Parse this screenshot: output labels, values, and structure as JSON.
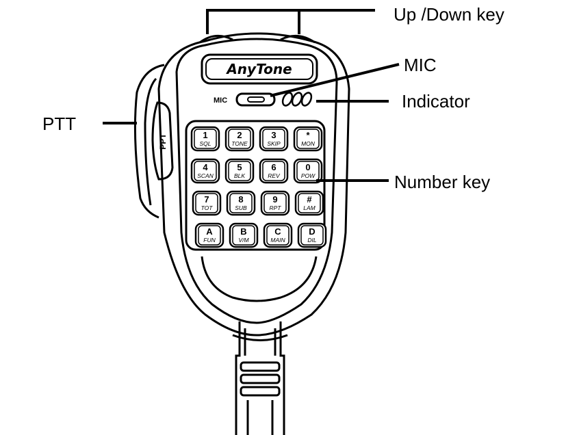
{
  "brand": "AnyTone",
  "mic_label": "MIC",
  "ptt_tab": "PPT",
  "callouts": {
    "up_down": "Up /Down key",
    "mic": "MIC",
    "indicator": "Indicator",
    "ptt": "PTT",
    "number_key": "Number key"
  },
  "keypad": [
    [
      {
        "main": "1",
        "sub": "SQL"
      },
      {
        "main": "2",
        "sub": "TONE"
      },
      {
        "main": "3",
        "sub": "SKIP"
      },
      {
        "main": "*",
        "sub": "MON"
      }
    ],
    [
      {
        "main": "4",
        "sub": "SCAN"
      },
      {
        "main": "5",
        "sub": "BLK"
      },
      {
        "main": "6",
        "sub": "REV"
      },
      {
        "main": "0",
        "sub": "POW"
      }
    ],
    [
      {
        "main": "7",
        "sub": "TOT"
      },
      {
        "main": "8",
        "sub": "SUB"
      },
      {
        "main": "9",
        "sub": "RPT"
      },
      {
        "main": "#",
        "sub": "LAM"
      }
    ],
    [
      {
        "main": "A",
        "sub": "FUN"
      },
      {
        "main": "B",
        "sub": "V/M"
      },
      {
        "main": "C",
        "sub": "MAIN"
      },
      {
        "main": "D",
        "sub": "DIL"
      }
    ]
  ]
}
